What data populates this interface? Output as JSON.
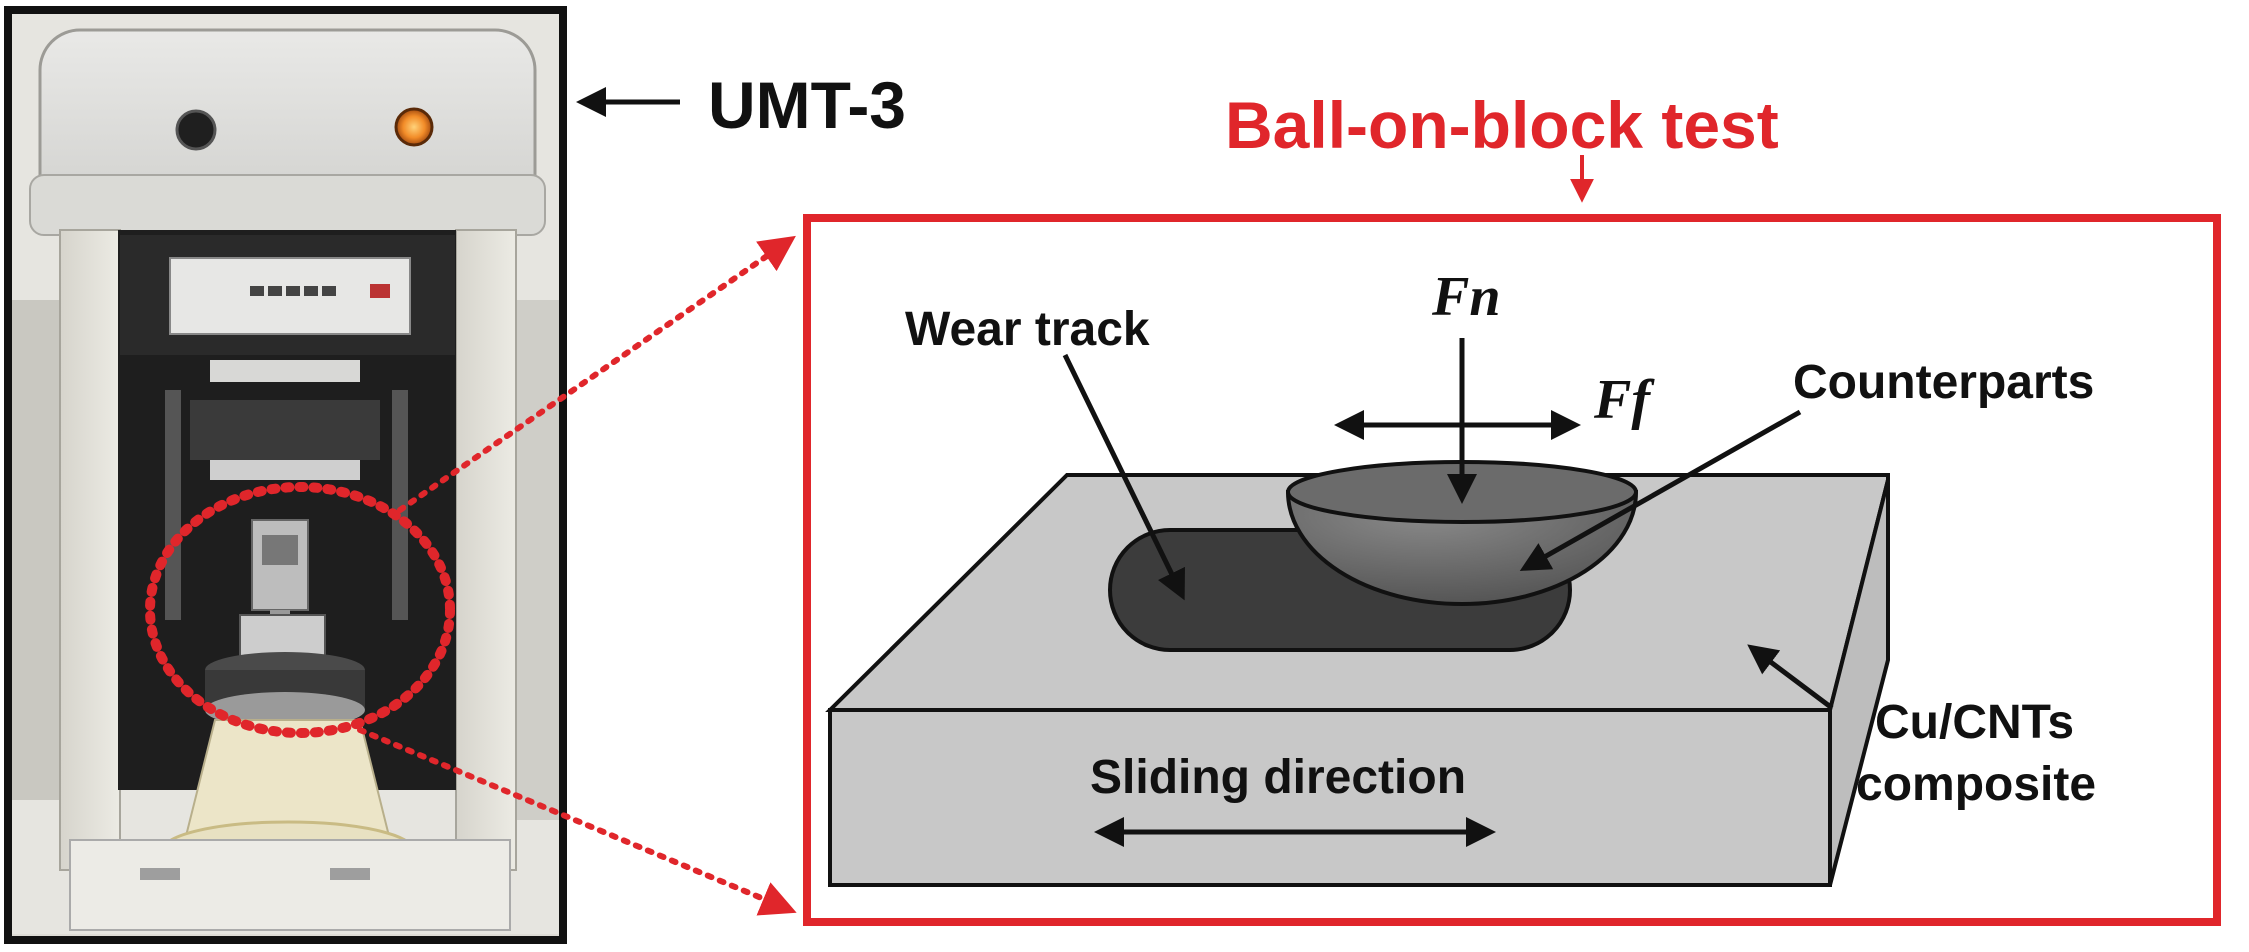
{
  "figure": {
    "machine_label": "UMT-3",
    "test_title": "Ball-on-block test",
    "labels": {
      "wear_track": "Wear track",
      "normal_force": "Fn",
      "friction_force": "Ff",
      "counterparts": "Counterparts",
      "sliding_direction": "Sliding direction",
      "material_line1": "Cu/CNTs",
      "material_line2": "composite"
    },
    "colors": {
      "accent_red": "#e0262b",
      "block_face": "#c8c8c8",
      "wear_track": "#3c3c3c",
      "ball": "#6b6b6b",
      "text": "#1a1a1a"
    },
    "machine_indicators": {
      "left_button": "dark-knob",
      "right_button": "orange-lamp"
    }
  }
}
